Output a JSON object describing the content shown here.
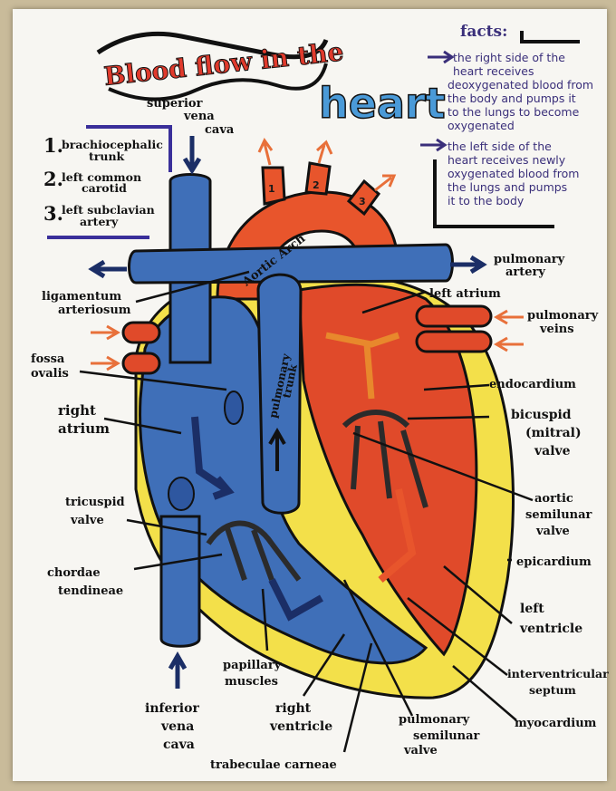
{
  "title": {
    "line1": "Blood flow in the",
    "line2": "heart"
  },
  "facts": {
    "heading": "facts:",
    "fact1": [
      "the right side of the",
      "heart receives",
      "deoxygenated blood from",
      "the body and pumps it",
      "to the lungs to become",
      "oxygenated"
    ],
    "fact2": [
      "the left side of the",
      "heart receives newly",
      "oxygenated blood from",
      "the lungs and pumps",
      "it to the body"
    ]
  },
  "aortic_branches": {
    "item1_num": "1.",
    "item1": [
      "brachiocephalic",
      "trunk"
    ],
    "item2_num": "2.",
    "item2": [
      "left common",
      "carotid"
    ],
    "item3_num": "3.",
    "item3": [
      "left subclavian",
      "artery"
    ],
    "marker1": "1",
    "marker2": "2",
    "marker3": "3"
  },
  "labels": {
    "superior_vena_cava": [
      "superior",
      "vena",
      "cava"
    ],
    "aortic_arch": "Aortic Arch",
    "pulmonary_artery": [
      "pulmonary",
      "artery"
    ],
    "ligamentum_arteriosum": [
      "ligamentum",
      "arteriosum"
    ],
    "left_atrium": "left atrium",
    "pulmonary_veins": [
      "pulmonary",
      "veins"
    ],
    "fossa_ovalis": [
      "fossa",
      "ovalis"
    ],
    "pulmonary_trunk": [
      "pulmonary",
      "trunk"
    ],
    "endocardium": "endocardium",
    "right_atrium": [
      "right",
      "atrium"
    ],
    "bicuspid_valve": [
      "bicuspid",
      "(mitral)",
      "valve"
    ],
    "aortic_semilunar_valve": [
      "aortic",
      "semilunar",
      "valve"
    ],
    "tricuspid_valve": [
      "tricuspid",
      "valve"
    ],
    "epicardium": "epicardium",
    "chordae_tendineae": [
      "chordae",
      "tendineae"
    ],
    "left_ventricle": [
      "left",
      "ventricle"
    ],
    "papillary_muscles": [
      "papillary",
      "muscles"
    ],
    "interventricular_septum": [
      "interventricular",
      "septum"
    ],
    "inferior_vena_cava": [
      "inferior",
      "vena",
      "cava"
    ],
    "right_ventricle": [
      "right",
      "ventricle"
    ],
    "pulmonary_semilunar_valve": [
      "pulmonary",
      "semilunar",
      "valve"
    ],
    "myocardium": "myocardium",
    "trabeculae_carneae": "trabeculae carneae"
  },
  "colors": {
    "deoxygenated": "#3f6fb8",
    "oxygenated": "#e8552c",
    "wall": "#f3e04a",
    "title_red": "#e03a2c",
    "title_blue": "#4a9ad8",
    "arrow": "#e8703a",
    "outline": "#111111"
  }
}
